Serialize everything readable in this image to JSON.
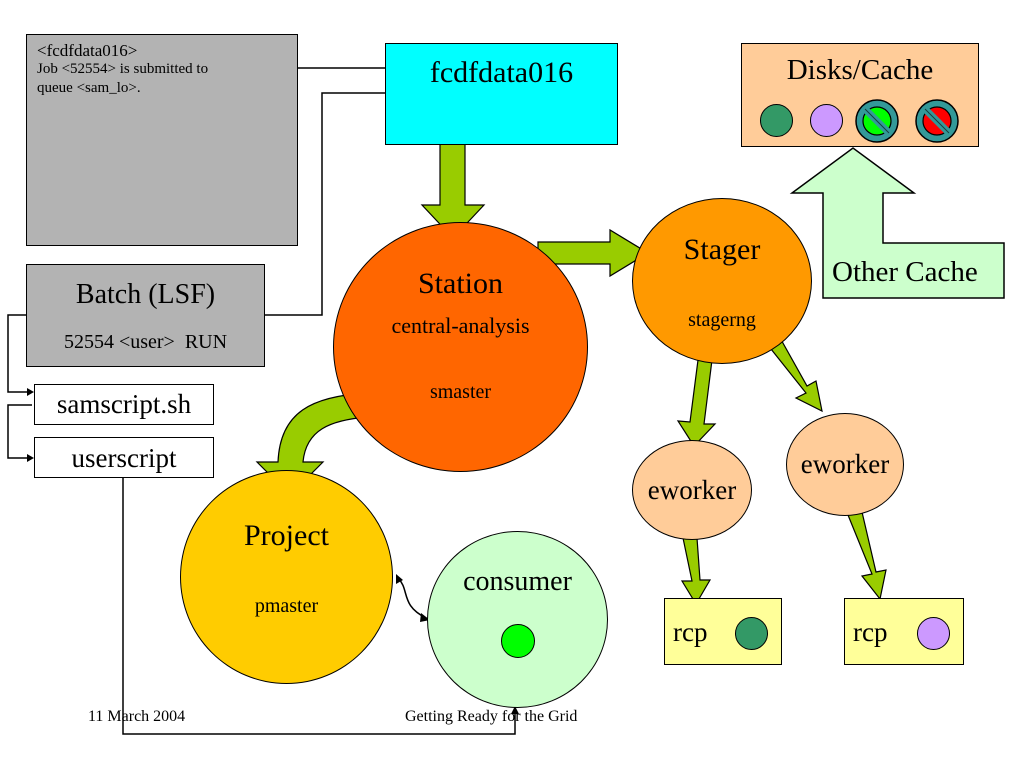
{
  "job_box": {
    "line1": "<fcdfdata016>",
    "line2": "Job <52554> is submitted to",
    "line3": "queue <sam_lo>."
  },
  "host_box": {
    "label": "fcdfdata016"
  },
  "batch_box": {
    "title": "Batch (LSF)",
    "status": "52554 <user>  RUN"
  },
  "scripts": {
    "samscript": "samscript.sh",
    "userscript": "userscript"
  },
  "station": {
    "title": "Station",
    "name": "central-analysis",
    "process": "smaster"
  },
  "stager": {
    "title": "Stager",
    "process": "stagerng"
  },
  "eworker_left": {
    "label": "eworker"
  },
  "eworker_right": {
    "label": "eworker"
  },
  "project": {
    "title": "Project",
    "process": "pmaster"
  },
  "consumer": {
    "label": "consumer"
  },
  "rcp_left": {
    "label": "rcp"
  },
  "rcp_right": {
    "label": "rcp"
  },
  "disks_cache": {
    "title": "Disks/Cache"
  },
  "other_cache": {
    "label": "Other Cache"
  },
  "footer": {
    "date": "11 March 2004",
    "title": "Getting Ready for the Grid"
  },
  "colors": {
    "gray_box": "#b3b3b3",
    "cyan": "#00ffff",
    "station": "#ff6600",
    "stager": "#ff9900",
    "eworker": "#ffcc99",
    "project": "#ffcc00",
    "consumer": "#ccffcc",
    "rcp": "#ffff99",
    "disks": "#ffcc99",
    "other_cache": "#ccffcc",
    "arrow": "#99cc00",
    "dot_dark_green": "#339966",
    "dot_lavender": "#cc99ff",
    "dot_green": "#00ff00"
  }
}
